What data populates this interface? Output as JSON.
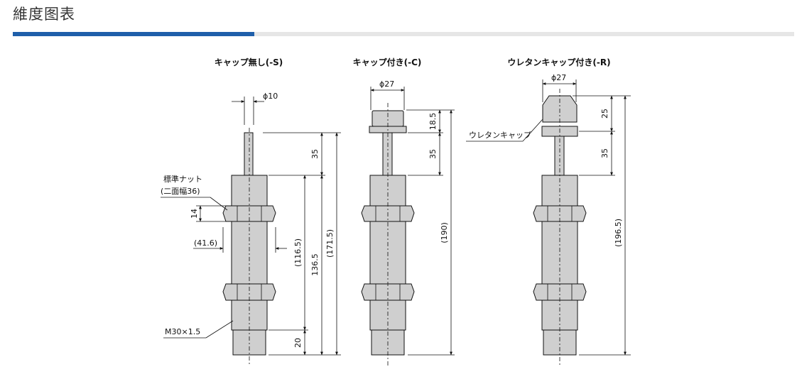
{
  "header": {
    "title": "維度图表"
  },
  "views": [
    {
      "title": "キャップ無し(-S)",
      "rod_dia": "ϕ10",
      "nut_label_1": "標準ナット",
      "nut_label_2": "(二面幅36)",
      "nut_h": "14",
      "nut_w": "(41.6)",
      "thread": "M30×1.5",
      "d_35": "35",
      "d_1165": "(116.5)",
      "d_1365": "136.5",
      "d_1715": "(171.5)",
      "d_20": "20"
    },
    {
      "title": "キャップ付き(-C)",
      "cap_dia": "ϕ27",
      "d_185": "18.5",
      "d_35": "35",
      "d_190": "(190)"
    },
    {
      "title": "ウレタンキャップ付き(-R)",
      "cap_dia": "ϕ27",
      "cap_label": "ウレタンキャップ",
      "d_25": "25",
      "d_35": "35",
      "d_1965": "(196.5)"
    }
  ]
}
